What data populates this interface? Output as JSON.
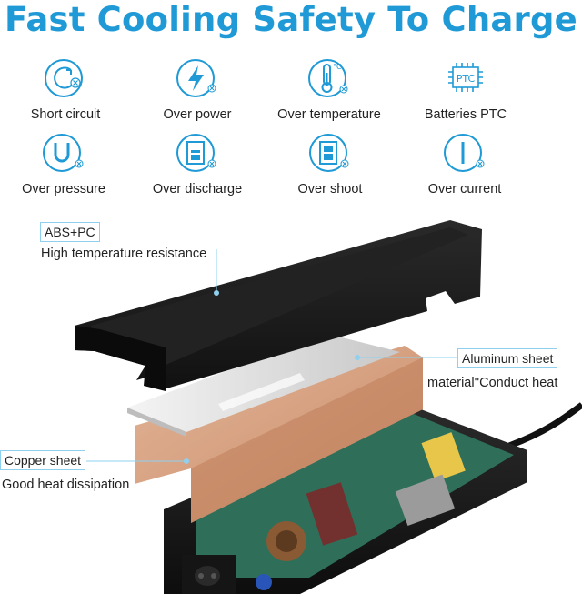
{
  "title": "Fast Cooling Safety To Charge",
  "features": [
    {
      "label": "Short circuit",
      "icon": "short-circuit-icon"
    },
    {
      "label": "Over power",
      "icon": "lightning-icon"
    },
    {
      "label": "Over temperature",
      "icon": "thermometer-icon"
    },
    {
      "label": "Batteries PTC",
      "icon": "ptc-chip-icon",
      "chip_text": "PTC"
    },
    {
      "label": "Over pressure",
      "icon": "voltage-u-icon"
    },
    {
      "label": "Over discharge",
      "icon": "battery-low-icon"
    },
    {
      "label": "Over shoot",
      "icon": "battery-full-icon"
    },
    {
      "label": "Over current",
      "icon": "current-i-icon"
    }
  ],
  "callouts": {
    "abs_box": "ABS+PC",
    "abs_desc": "High temperature resistance",
    "alu_box": "Aluminum sheet",
    "alu_desc": "material''Conduct heat",
    "copper_box": "Copper sheet",
    "copper_desc": "Good heat dissipation",
    "thermo_unit": "°C"
  },
  "colors": {
    "accent": "#1f9ad6",
    "callout_line": "#8fd0ee",
    "copper": "#d49a78",
    "case": "#1c1c1c"
  }
}
